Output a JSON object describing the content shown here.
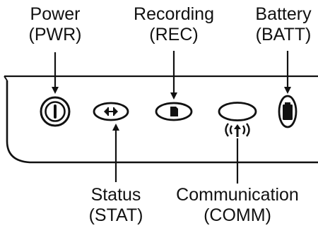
{
  "labels": {
    "power": {
      "name": "Power",
      "abbr": "(PWR)"
    },
    "recording": {
      "name": "Recording",
      "abbr": "(REC)"
    },
    "battery": {
      "name": "Battery",
      "abbr": "(BATT)"
    },
    "status": {
      "name": "Status",
      "abbr": "(STAT)"
    },
    "communication": {
      "name": "Communication",
      "abbr": "(COMM)"
    }
  },
  "indicators": [
    {
      "id": "power",
      "icon": "power-symbol-icon"
    },
    {
      "id": "status",
      "icon": "status-lens-icon"
    },
    {
      "id": "recording",
      "icon": "recording-lens-icon"
    },
    {
      "id": "communication",
      "icon": "communication-antenna-icon"
    },
    {
      "id": "battery",
      "icon": "battery-icon"
    }
  ],
  "colors": {
    "line": "#111111",
    "panel_shadow": "#d8d8d8"
  }
}
